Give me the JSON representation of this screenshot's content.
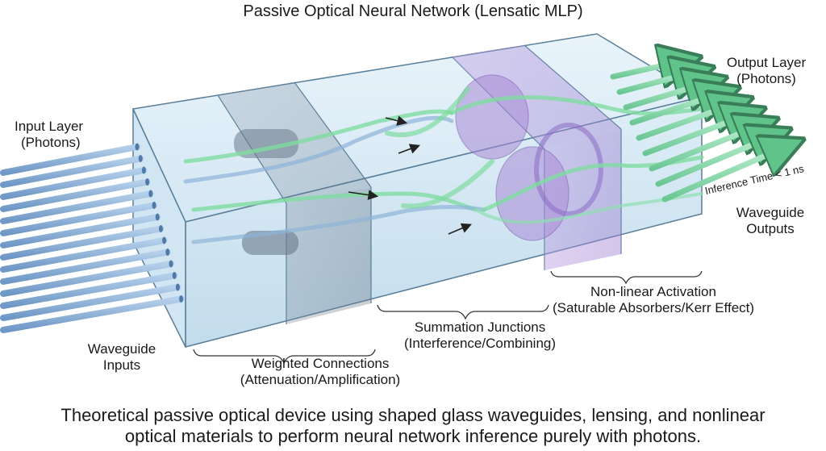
{
  "title": "Passive Optical Neural Network (Lensatic MLP)",
  "labels": {
    "input_layer": [
      "Input Layer",
      "(Photons)"
    ],
    "waveguide_inputs": [
      "Waveguide",
      "Inputs"
    ],
    "weighted_connections": [
      "Weighted Connections",
      "(Attenuation/Amplification)"
    ],
    "summation_junctions": [
      "Summation Junctions",
      "(Interference/Combining)"
    ],
    "nonlinear_activation": [
      "Non-linear Activation",
      "(Saturable Absorbers/Kerr Effect)"
    ],
    "output_layer": [
      "Output Layer",
      "(Photons)"
    ],
    "waveguide_outputs": [
      "Waveguide",
      "Outputs"
    ],
    "inference_time": "Inference Time < 1 ns"
  },
  "caption": [
    "Theoretical passive optical device using shaped glass waveguides, lensing, and nonlinear",
    "optical materials to perform neural network inference purely with photons."
  ],
  "colors": {
    "glass": "#cfe4f2",
    "glass_edge": "#5a7f9a",
    "waveguide_in": "#8fb3d8",
    "waveguide_out": "#8fe0b0",
    "green_beam": "#7fdca0",
    "purple_activation": "#a98bd6",
    "dark_weight": "#6b7c8c"
  }
}
